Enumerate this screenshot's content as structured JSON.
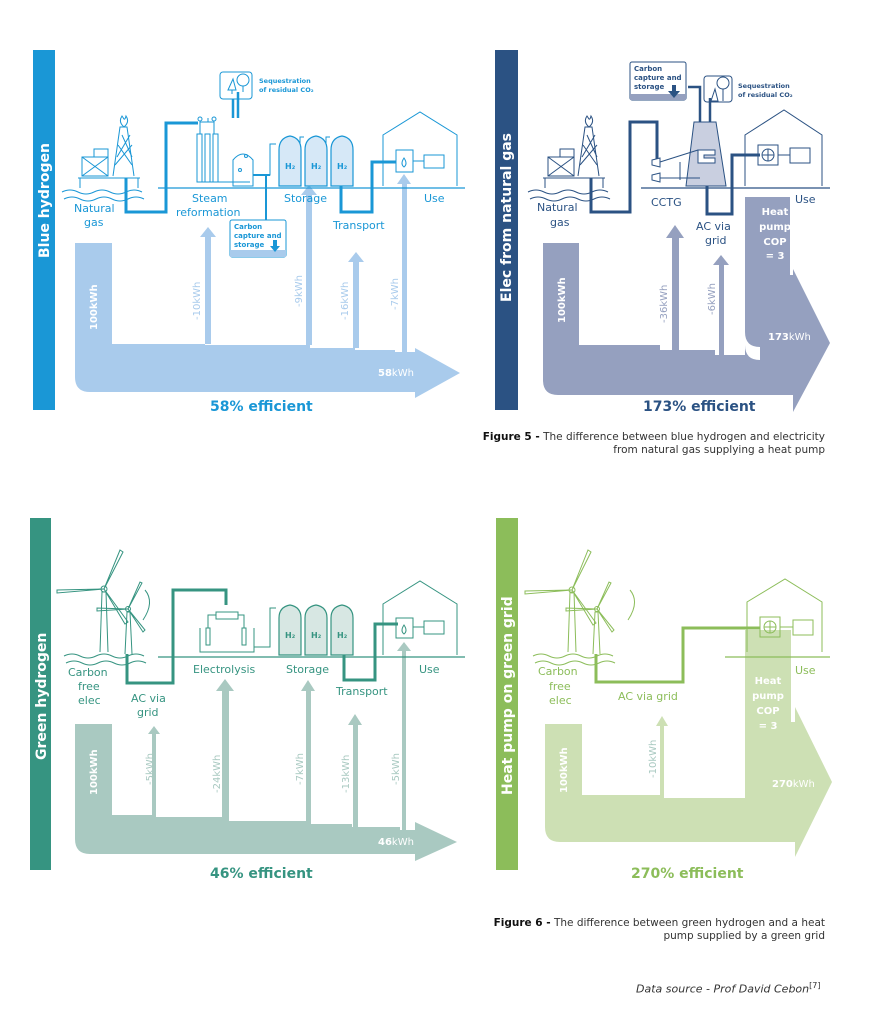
{
  "panels": [
    {
      "id": "blue-hydrogen",
      "title": "Blue hydrogen",
      "color": "#1a97d6",
      "flow_color": "#a9cbec",
      "stages": [
        "Natural gas",
        "Steam reformation",
        "Storage",
        "Transport",
        "Use"
      ],
      "stage_labels": {
        "s1a": "Natural",
        "s1b": "gas",
        "s2a": "Steam",
        "s2b": "reformation",
        "s3": "Storage",
        "s4": "Transport",
        "s5": "Use"
      },
      "ccs_label": [
        "Carbon",
        "capture and",
        "storage"
      ],
      "sequestration_label": [
        "Sequestration",
        "of residual CO₂"
      ],
      "h2_label": "H₂",
      "input": "100kWh",
      "losses": [
        "-10kWh",
        "-9kWh",
        "-16kWh",
        "-7kWh"
      ],
      "output_value": "58",
      "output_unit": "kWh",
      "efficiency": "58% efficient"
    },
    {
      "id": "elec-from-natural-gas",
      "title": "Elec from natural gas",
      "color": "#2b5283",
      "flow_color": "#95a0bf",
      "stage_labels": {
        "s1a": "Natural",
        "s1b": "gas",
        "s2": "CCTG",
        "s3a": "AC via",
        "s3b": "grid",
        "s4": "Use"
      },
      "ccs_label": [
        "Carbon",
        "capture and",
        "storage"
      ],
      "sequestration_label": [
        "Sequestration",
        "of residual CO₂"
      ],
      "heat_pump_label": [
        "Heat",
        "pump",
        "COP",
        "= 3"
      ],
      "input": "100kWh",
      "losses": [
        "-36kWh",
        "-6kWh"
      ],
      "output_value": "173",
      "output_unit": "kWh",
      "efficiency": "173% efficient"
    },
    {
      "id": "green-hydrogen",
      "title": "Green hydrogen",
      "color": "#369481",
      "flow_color": "#a9c9c1",
      "stage_labels": {
        "s1a": "Carbon",
        "s1b": "free",
        "s1c": "elec",
        "s2a": "AC via",
        "s2b": "grid",
        "s3": "Electrolysis",
        "s4": "Storage",
        "s5": "Transport",
        "s6": "Use"
      },
      "h2_label": "H₂",
      "input": "100kWh",
      "losses": [
        "-5kWh",
        "-24kWh",
        "-7kWh",
        "-13kWh",
        "-5kWh"
      ],
      "output_value": "46",
      "output_unit": "kWh",
      "efficiency": "46% efficient"
    },
    {
      "id": "heat-pump-green-grid",
      "title": "Heat pump on green grid",
      "color": "#8cbd5a",
      "flow_color": "#cde0b4",
      "stage_labels": {
        "s1a": "Carbon",
        "s1b": "free",
        "s1c": "elec",
        "s2": "AC via grid",
        "s3": "Use"
      },
      "heat_pump_label": [
        "Heat",
        "pump",
        "COP",
        "= 3"
      ],
      "input": "100kWh",
      "losses": [
        "-10kWh"
      ],
      "output_value": "270",
      "output_unit": "kWh",
      "efficiency": "270% efficient"
    }
  ],
  "captions": {
    "figure5_label": "Figure 5 -",
    "figure5_line1": " The difference between blue hydrogen and electricity",
    "figure5_line2": "from natural gas supplying a heat pump",
    "figure6_label": "Figure 6 -",
    "figure6_line1": " The difference between green hydrogen and a heat",
    "figure6_line2": "pump supplied by a green grid"
  },
  "source": {
    "text": "Data source - Prof David Cebon",
    "ref": "[7]"
  }
}
